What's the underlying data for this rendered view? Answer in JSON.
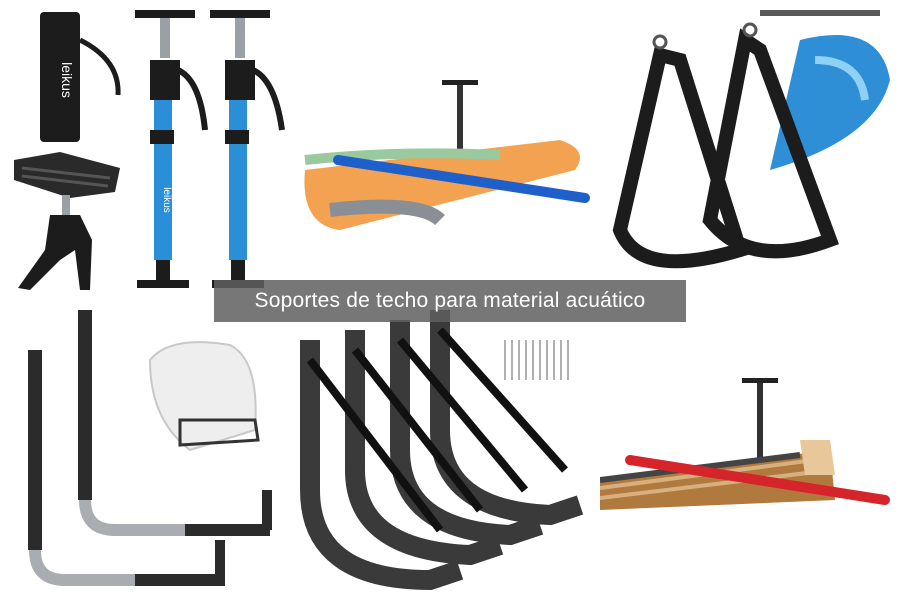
{
  "caption": "Soportes de techo para material acuático",
  "brand_on_bag": "leikus",
  "brand_on_tube": "leikus",
  "products": [
    {
      "icon": "telescopic-support-pole-icon"
    },
    {
      "icon": "ceiling-rack-surfboard-icon"
    },
    {
      "icon": "kayak-sling-straps-icon"
    },
    {
      "icon": "wall-kayak-arms-icon"
    },
    {
      "icon": "kayak-j-hooks-icon"
    },
    {
      "icon": "ceiling-rack-lumber-icon"
    }
  ],
  "colors": {
    "accent_blue": "#2a8fd6",
    "black": "#1c1c1c",
    "red": "#d6252a",
    "board_orange": "#f2a250",
    "caption_bg": "#5f5f5f"
  }
}
